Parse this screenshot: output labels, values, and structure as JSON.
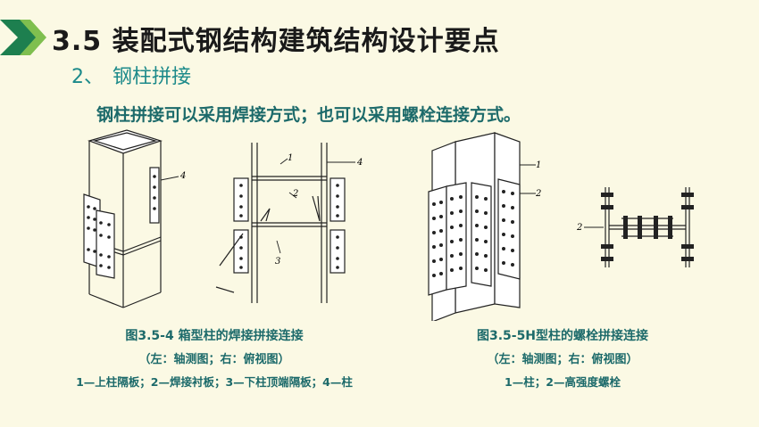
{
  "header": {
    "title": "3.5 装配式钢结构建筑结构设计要点",
    "section_number": "2、",
    "section_title": "钢柱拼接"
  },
  "body": {
    "statement": "钢柱拼接可以采用焊接方式；也可以采用螺栓连接方式。"
  },
  "figures": [
    {
      "caption": "图3.5-4 箱型柱的焊接拼接连接",
      "views": "（左：轴测图；右：俯视图）",
      "legend": "1—上柱隔板；2—焊接衬板；3—下柱顶端隔板；4—柱",
      "callouts": [
        "4",
        "1",
        "4",
        "2",
        "3"
      ]
    },
    {
      "caption": "图3.5-5H型柱的螺栓拼接连接",
      "views": "（左：轴测图；右：俯视图）",
      "legend": "1—柱；2—高强度螺栓",
      "callouts": [
        "1",
        "2",
        "2"
      ]
    }
  ],
  "colors": {
    "background": "#fbf9e4",
    "accent": "#1c8a8a",
    "caption": "#1c6a6a"
  }
}
